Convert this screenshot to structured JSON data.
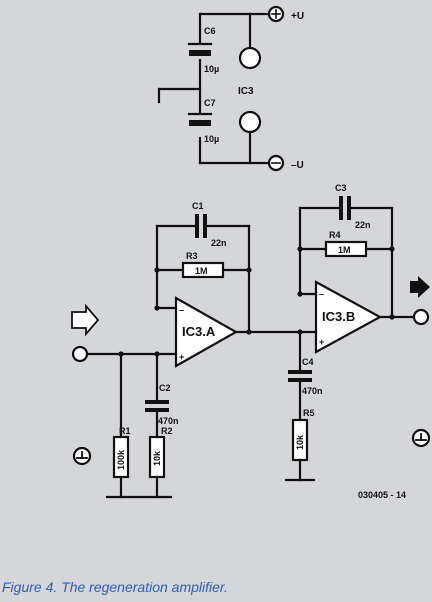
{
  "caption": "Figure 4. The regeneration amplifier.",
  "supply": {
    "positive": "+U",
    "negative": "–U",
    "package": "IC3"
  },
  "components": {
    "C6": {
      "ref": "C6",
      "value": "10µ"
    },
    "C7": {
      "ref": "C7",
      "value": "10µ"
    },
    "C1": {
      "ref": "C1",
      "value": "22n"
    },
    "C2": {
      "ref": "C2",
      "value": "470n"
    },
    "C3": {
      "ref": "C3",
      "value": "22n"
    },
    "C4": {
      "ref": "C4",
      "value": "470n"
    },
    "R1": {
      "ref": "R1",
      "value": "100k"
    },
    "R2": {
      "ref": "R2",
      "value": "10k"
    },
    "R3": {
      "ref": "R3",
      "value": "1M"
    },
    "R4": {
      "ref": "R4",
      "value": "1M"
    },
    "R5": {
      "ref": "R5",
      "value": "10k"
    }
  },
  "opamps": {
    "a": {
      "name": "IC3.A",
      "minus": "–",
      "plus": "+"
    },
    "b": {
      "name": "IC3.B",
      "minus": "–",
      "plus": "+"
    }
  },
  "reference": "030405 - 14",
  "colors": {
    "ink": "#111111",
    "caption": "#2f5eb3",
    "paper": "#d4d6d9"
  }
}
